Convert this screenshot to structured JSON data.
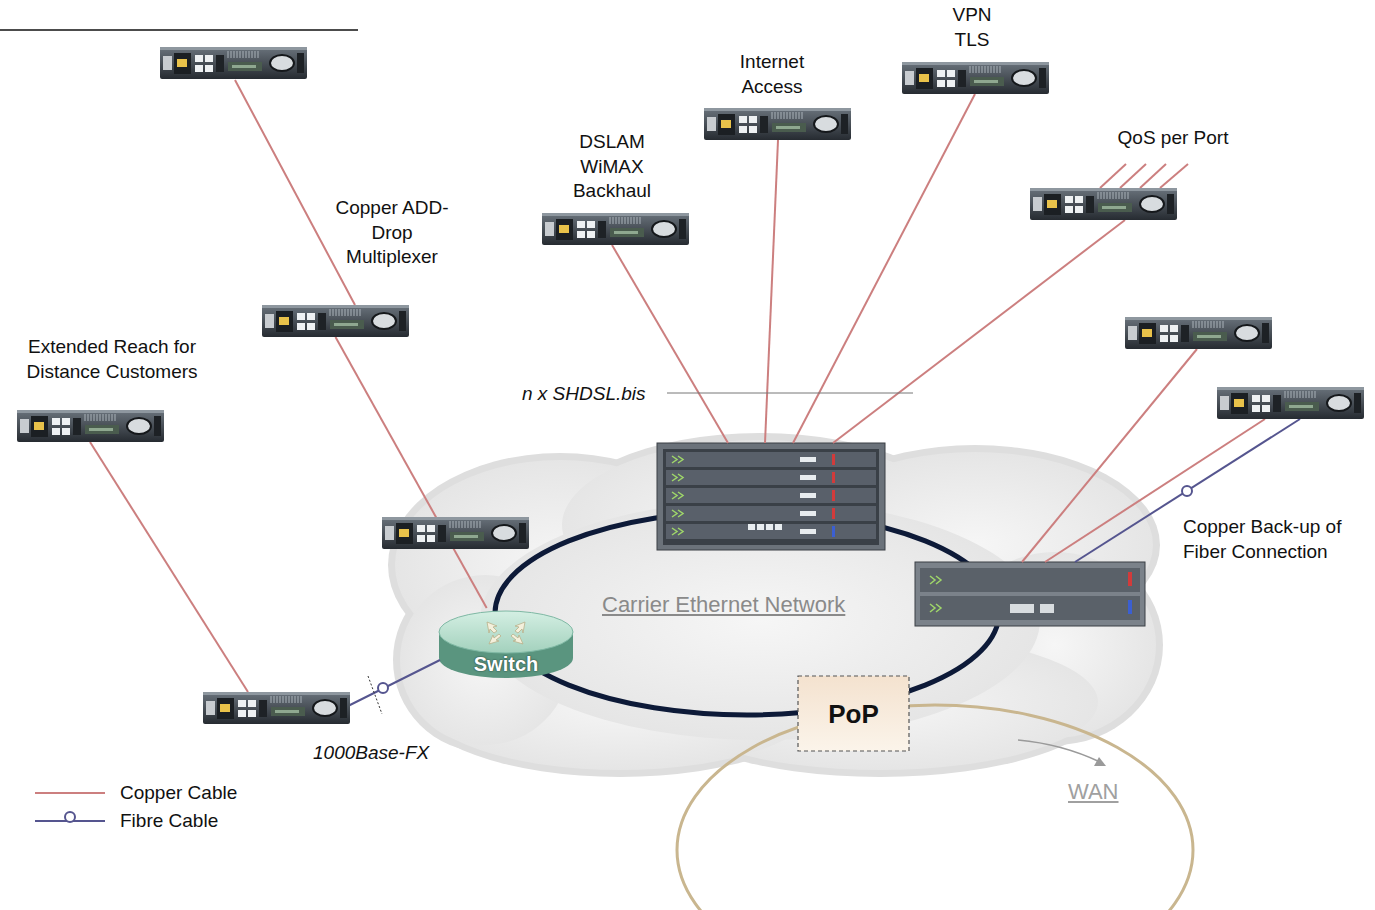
{
  "diagram": {
    "nodes": [
      {
        "text": [
          "Carrier Ethernet Network"
        ]
      },
      {
        "text": [
          "Switch"
        ],
        "in": 0
      },
      {
        "text": [
          "PoP"
        ],
        "in": 0
      },
      {
        "text": [
          "VPN TLS"
        ]
      },
      {
        "text": [
          "Internet Access"
        ]
      },
      {
        "text": [
          "DSLAM WiMAX Backhaul"
        ]
      },
      {
        "text": [
          "QoS per Port"
        ]
      },
      {
        "text": [
          "Copper ADD-Drop Multiplexer"
        ]
      },
      {
        "text": [
          "Extended Reach for Distance Customers"
        ]
      }
    ],
    "edges": [
      {
        "from": 7,
        "to": 1,
        "arrow": "none"
      }
    ],
    "labels": [
      "n x SHDSL.bis",
      "1000Base-FX",
      "Copper Back-up of Fiber Connection",
      "WAN"
    ],
    "legend": [
      {
        "text": "Copper Cable"
      },
      {
        "text": "Fibre Cable"
      }
    ]
  }
}
